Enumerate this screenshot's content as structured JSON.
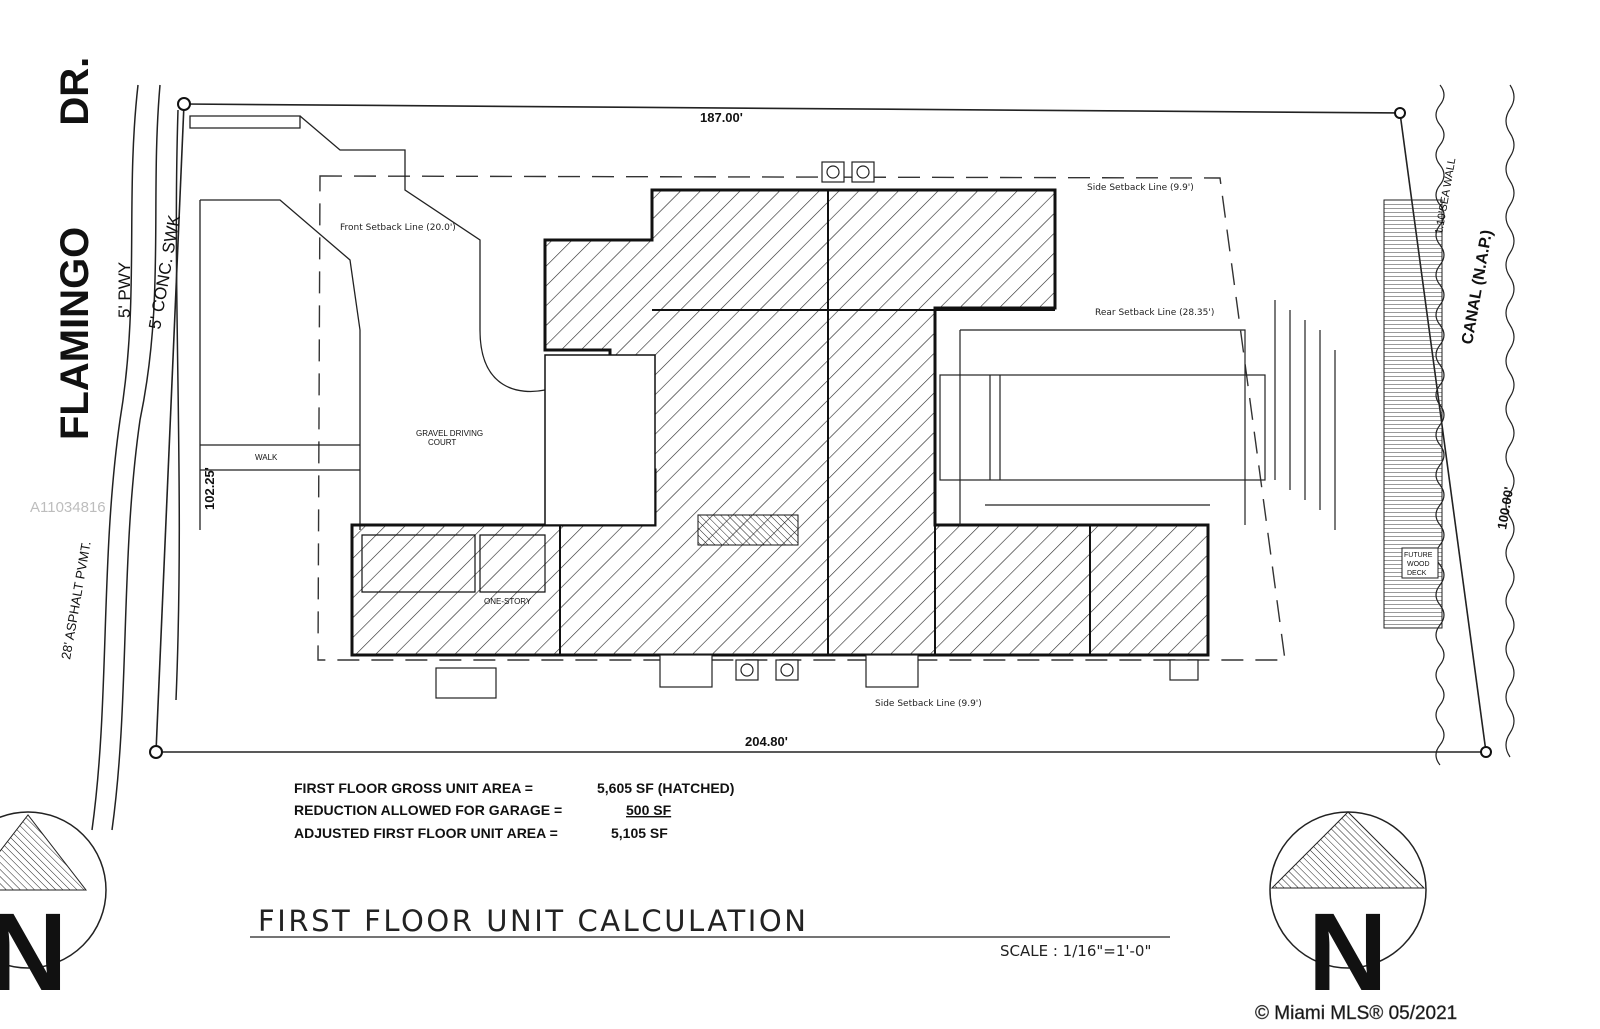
{
  "street": {
    "name": "FLAMINGO DR.",
    "parkway": "5' PWY",
    "sidewalk": "5' CONC. SWK",
    "pavement": "28' ASPHALT PVMT."
  },
  "dimensions": {
    "top": "187.00'",
    "bottom": "204.80'",
    "left": "102.25'",
    "right": "100.00'"
  },
  "canal": {
    "label": "CANAL (N.A.P.)",
    "seawall": "1.10'SEA WALL"
  },
  "setbacks": {
    "front": "Front Setback Line (20.0')",
    "side_top": "Side Setback Line (9.9')",
    "side_bottom": "Side Setback Line (9.9')",
    "rear": "Rear Setback Line (28.35')"
  },
  "site_labels": {
    "driving_court_line1": "GRAVEL DRIVING",
    "driving_court_line2": "COURT",
    "walk": "WALK",
    "one_story": "ONE-STORY",
    "deck_line1": "FUTURE",
    "deck_line2": "WOOD",
    "deck_line3": "DECK"
  },
  "calculation": {
    "rows": [
      {
        "label": "FIRST FLOOR GROSS UNIT AREA =",
        "value": "5,605 SF (HATCHED)"
      },
      {
        "label": "REDUCTION ALLOWED FOR GARAGE =",
        "value": "500 SF"
      },
      {
        "label": "ADJUSTED FIRST FLOOR UNIT AREA =",
        "value": "5,105 SF"
      }
    ]
  },
  "title": "FIRST FLOOR UNIT CALCULATION",
  "scale": "SCALE : 1/16\"=1'-0\"",
  "north_arrow": "N",
  "watermark": {
    "id": "A11034816",
    "copyright": "© Miami MLS® 05/2021"
  }
}
